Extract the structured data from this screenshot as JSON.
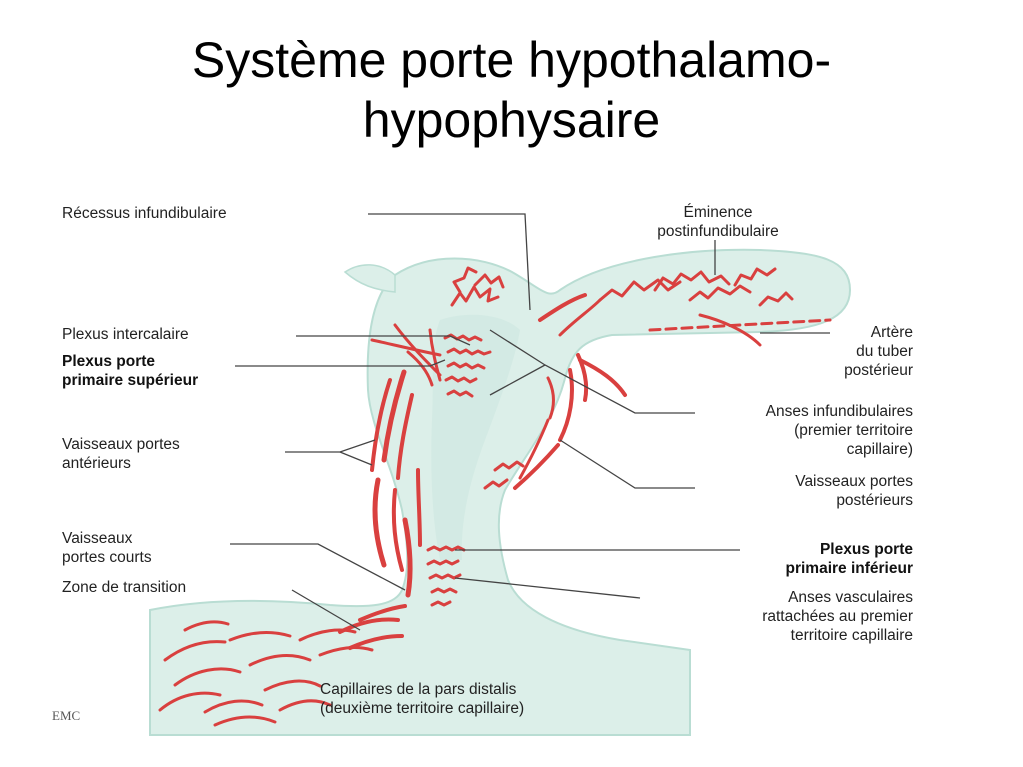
{
  "title": {
    "line1": "Système porte hypothalamo-",
    "line2": "hypophysaire"
  },
  "labels": {
    "recessus": "Récessus infundibulaire",
    "eminence": [
      "Éminence",
      "postinfundibulaire"
    ],
    "plexus_intercalaire": "Plexus intercalaire",
    "plexus_porte_superieur": [
      "Plexus porte",
      "primaire supérieur"
    ],
    "vaisseaux_anterieurs": [
      "Vaisseaux portes",
      "antérieurs"
    ],
    "vaisseaux_courts": [
      "Vaisseaux",
      "portes courts"
    ],
    "zone_transition": "Zone de transition",
    "capillaires": [
      "Capillaires de la pars distalis",
      "(deuxième territoire capillaire)"
    ],
    "artere": [
      "Artère",
      "du tuber",
      "postérieur"
    ],
    "anses_infundibulaires": [
      "Anses infundibulaires",
      "(premier territoire",
      "capillaire)"
    ],
    "vaisseaux_posterieurs": [
      "Vaisseaux portes",
      "postérieurs"
    ],
    "plexus_porte_inferieur": [
      "Plexus porte",
      "primaire inférieur"
    ],
    "anses_vasculaires": [
      "Anses vasculaires",
      "rattachées au premier",
      "territoire capillaire"
    ]
  },
  "logo": "EMC",
  "colors": {
    "tissue": "#dcefe9",
    "tissue_edge": "#b9ddd3",
    "vessel": "#d9403f",
    "leader": "#444444"
  }
}
